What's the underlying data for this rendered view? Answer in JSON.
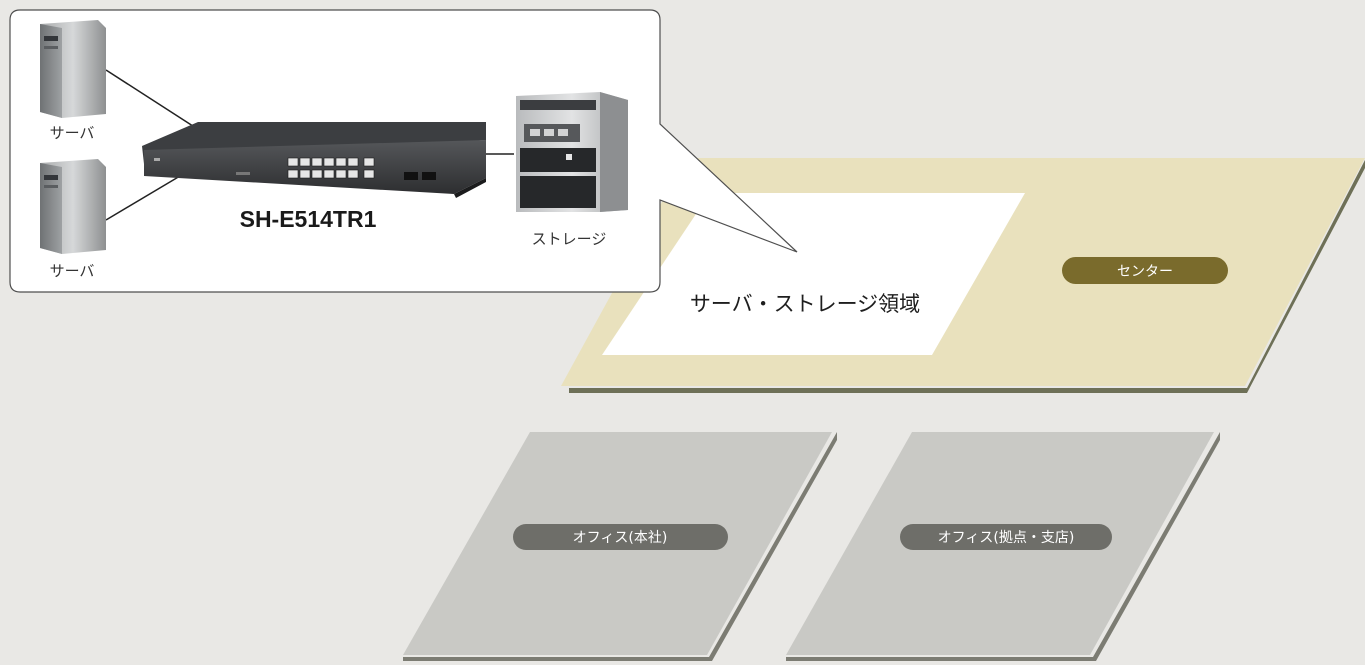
{
  "colors": {
    "background": "#e9e8e5",
    "center_zone_fill": "#e9e1bd",
    "center_zone_shadow": "#6e7057",
    "center_badge": "#7a6b2c",
    "office_zone_fill": "#c9c9c5",
    "office_zone_shadow": "#7c7c73",
    "office_badge": "#6e6e69",
    "callout_border": "#4f4f4f"
  },
  "zones": {
    "center": {
      "badge_label": "センター"
    },
    "server_storage": {
      "label": "サーバ・ストレージ領域"
    },
    "office_hq": {
      "badge_label": "オフィス(本社)"
    },
    "office_branch": {
      "badge_label": "オフィス(拠点・支店)"
    }
  },
  "callout": {
    "server_top_label": "サーバ",
    "server_bottom_label": "サーバ",
    "switch_model": "SH-E514TR1",
    "storage_label": "ストレージ"
  },
  "icons": {
    "server_top": "tower-server-icon",
    "server_bottom": "tower-server-icon",
    "switch": "network-switch-icon",
    "storage": "rack-storage-icon"
  }
}
